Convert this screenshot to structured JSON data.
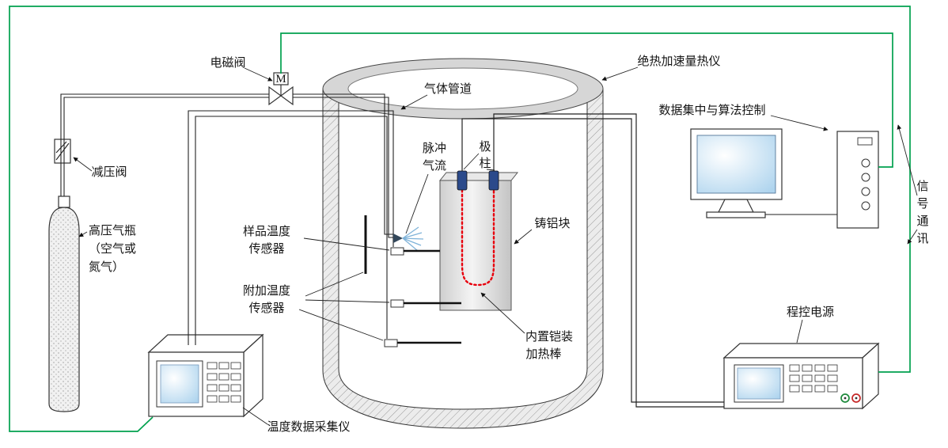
{
  "colors": {
    "wire_green": "#00A14E",
    "heater_red": "#E8000D",
    "post_blue": "#2B4A8B",
    "spray_blue": "#7FB3D9",
    "terminal_green": "#1E8A3C",
    "terminal_red": "#C62828"
  },
  "labels": {
    "solenoid_valve": "电磁阀",
    "valve_motor": "M",
    "pressure_valve": "减压阀",
    "gas_cylinder": [
      "高压气瓶",
      "（空气或",
      "氮气）"
    ],
    "gas_pipeline": "气体管道",
    "pulse_flow": [
      "脉冲",
      "气流"
    ],
    "poles": [
      "极",
      "柱"
    ],
    "aluminum_block": "铸铝块",
    "calorimeter": "绝热加速量热仪",
    "data_center": "数据集中与算法控制",
    "heating_rod": [
      "内置铠装",
      "加热棒"
    ],
    "sample_sensor": [
      "样品温度",
      "传感器"
    ],
    "extra_sensor": [
      "附加温度",
      "传感器"
    ],
    "temp_daq": "温度数据采集仪",
    "power_supply": "程控电源",
    "signal_comm": [
      "信",
      "号",
      "通",
      "讯"
    ]
  }
}
